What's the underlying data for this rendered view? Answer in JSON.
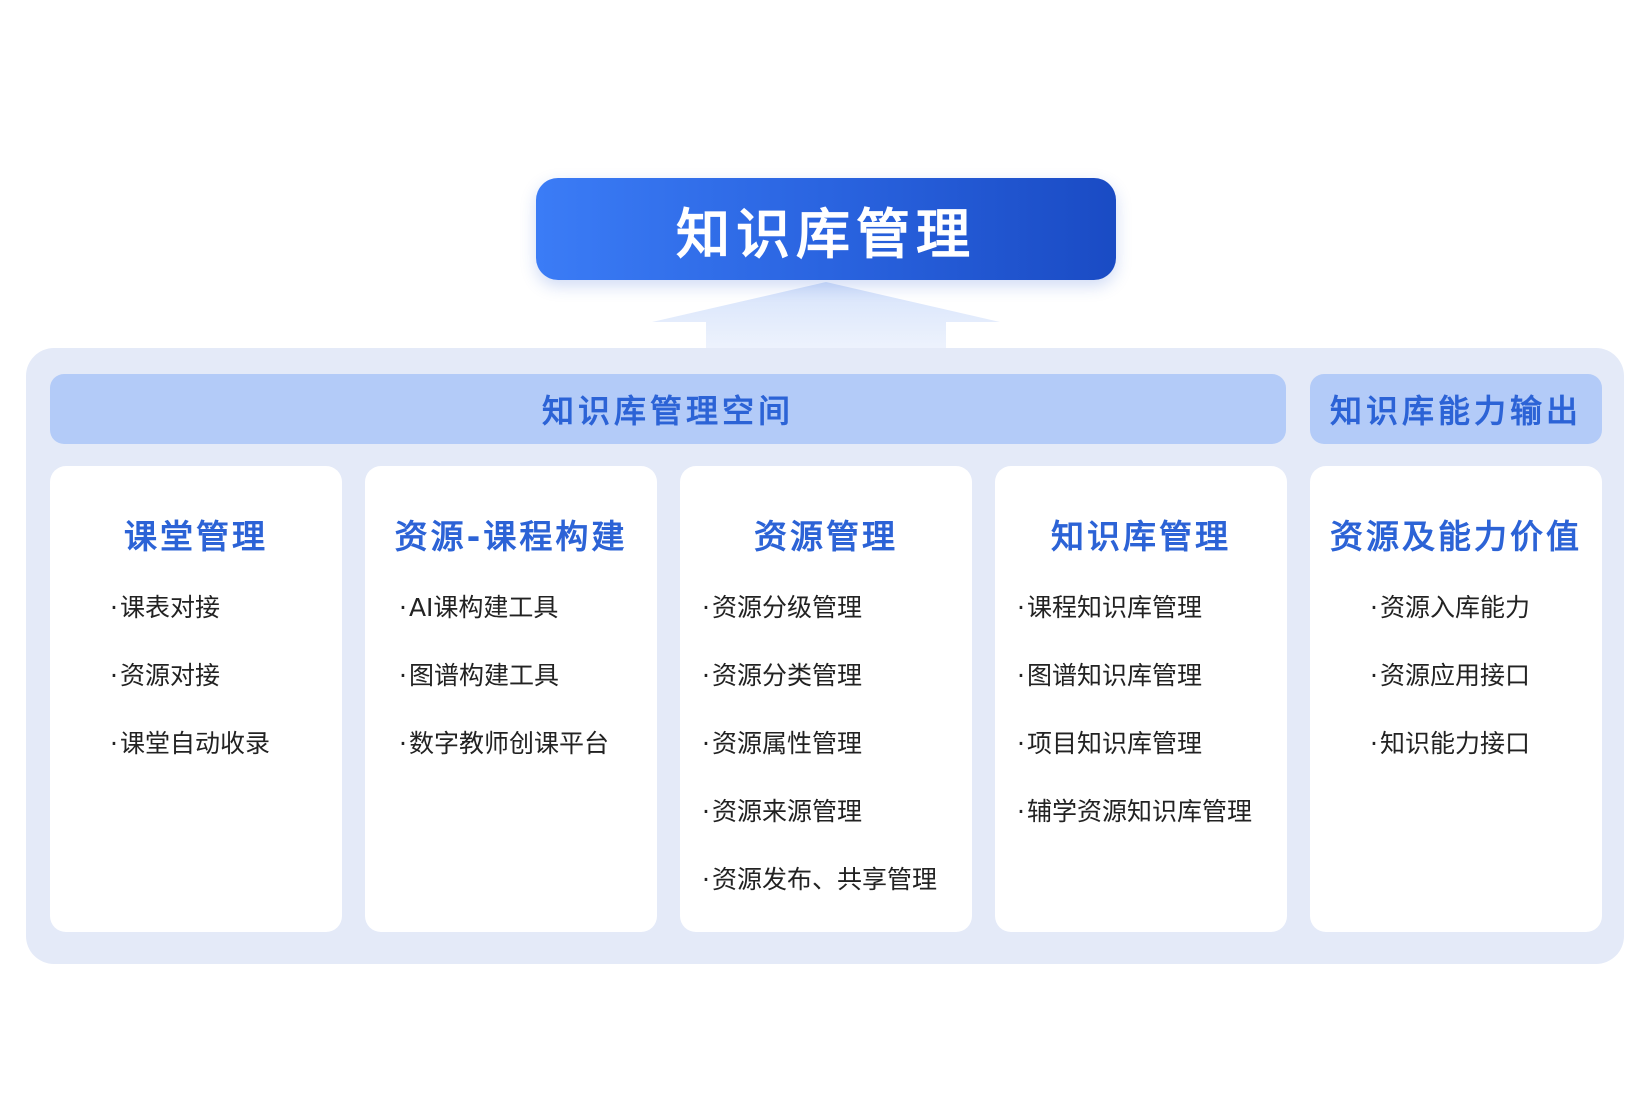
{
  "title": "知识库管理",
  "sections": {
    "space_label": "知识库管理空间",
    "output_label": "知识库能力输出"
  },
  "cards": [
    {
      "title": "课堂管理",
      "items": [
        "课表对接",
        "资源对接",
        "课堂自动收录"
      ]
    },
    {
      "title": "资源-课程构建",
      "items": [
        "AI课构建工具",
        "图谱构建工具",
        "数字教师创课平台"
      ]
    },
    {
      "title": "资源管理",
      "items": [
        "资源分级管理",
        "资源分类管理",
        "资源属性管理",
        "资源来源管理",
        "资源发布、共享管理"
      ]
    },
    {
      "title": "知识库管理",
      "items": [
        "课程知识库管理",
        "图谱知识库管理",
        "项目知识库管理",
        "辅学资源知识库管理"
      ]
    },
    {
      "title": "资源及能力价值",
      "items": [
        "资源入库能力",
        "资源应用接口",
        "知识能力接口"
      ]
    }
  ],
  "colors": {
    "accent": "#2c63d6",
    "title_gradient_start": "#3b7cf6",
    "title_gradient_end": "#1a4bc4",
    "bar_background": "#b3cbf8",
    "panel_background": "#e4eaf8",
    "card_background": "#ffffff",
    "item_text": "#222222"
  }
}
